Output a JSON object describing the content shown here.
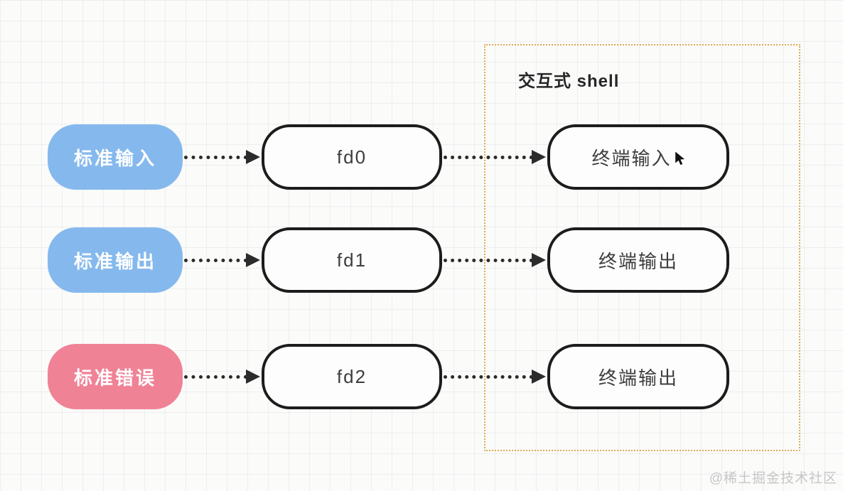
{
  "diagram": {
    "shell_group": {
      "label": "交互式 shell"
    },
    "rows": [
      {
        "source": "标准输入",
        "fd": "fd0",
        "target": "终端输入"
      },
      {
        "source": "标准输出",
        "fd": "fd1",
        "target": "终端输出"
      },
      {
        "source": "标准错误",
        "fd": "fd2",
        "target": "终端输出"
      }
    ],
    "colors": {
      "source_blue": "#85b9ed",
      "source_pink": "#f08296",
      "node_border": "#1c1c1c",
      "dashed_border": "#dcab55",
      "arrow": "#2b2b2b"
    }
  },
  "watermark": "@稀土掘金技术社区"
}
